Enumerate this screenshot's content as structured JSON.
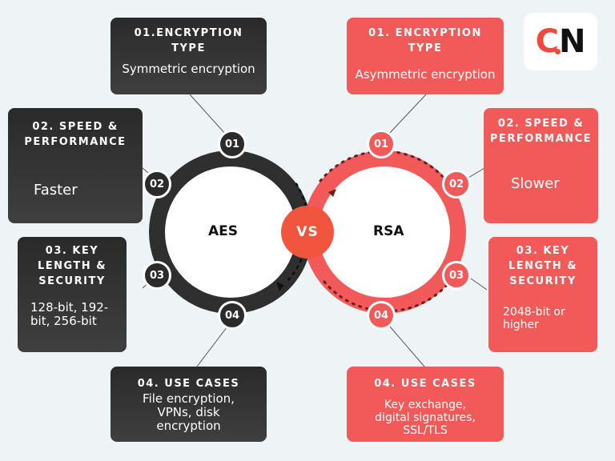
{
  "logo": {
    "c": "C",
    "n": "N"
  },
  "center": {
    "left_label": "AES",
    "vs_label": "VS",
    "right_label": "RSA"
  },
  "aes": {
    "cards": [
      {
        "number": "01",
        "title_lines": [
          "01.ENCRYPTION",
          "TYPE"
        ],
        "desc": "Symmetric encryption"
      },
      {
        "number": "02",
        "title_lines": [
          "02. SPEED &",
          "PERFORMANCE"
        ],
        "desc": "Faster"
      },
      {
        "number": "03",
        "title_lines": [
          "03. KEY",
          "LENGTH &",
          "SECURITY"
        ],
        "desc_lines": [
          "128-bit, 192-",
          "bit, 256-bit"
        ]
      },
      {
        "number": "04",
        "title_lines": [
          "04. USE CASES"
        ],
        "desc_lines": [
          "File encryption,",
          "VPNs, disk",
          "encryption"
        ]
      }
    ]
  },
  "rsa": {
    "cards": [
      {
        "number": "01",
        "title_lines": [
          "01. ENCRYPTION",
          "TYPE"
        ],
        "desc": "Asymmetric encryption"
      },
      {
        "number": "02",
        "title_lines": [
          "02. SPEED &",
          "PERFORMANCE"
        ],
        "desc": "Slower"
      },
      {
        "number": "03",
        "title_lines": [
          "03. KEY",
          "LENGTH &",
          "SECURITY"
        ],
        "desc_lines": [
          "2048-bit or",
          "higher"
        ]
      },
      {
        "number": "04",
        "title_lines": [
          "04. USE CASES"
        ],
        "desc_lines": [
          "Key exchange,",
          "digital signatures,",
          "SSL/TLS"
        ]
      }
    ]
  },
  "colors": {
    "dark": "#2b2b2b",
    "red": "#f25a5a",
    "accent": "#f2553e",
    "background": "#eef4f6"
  }
}
